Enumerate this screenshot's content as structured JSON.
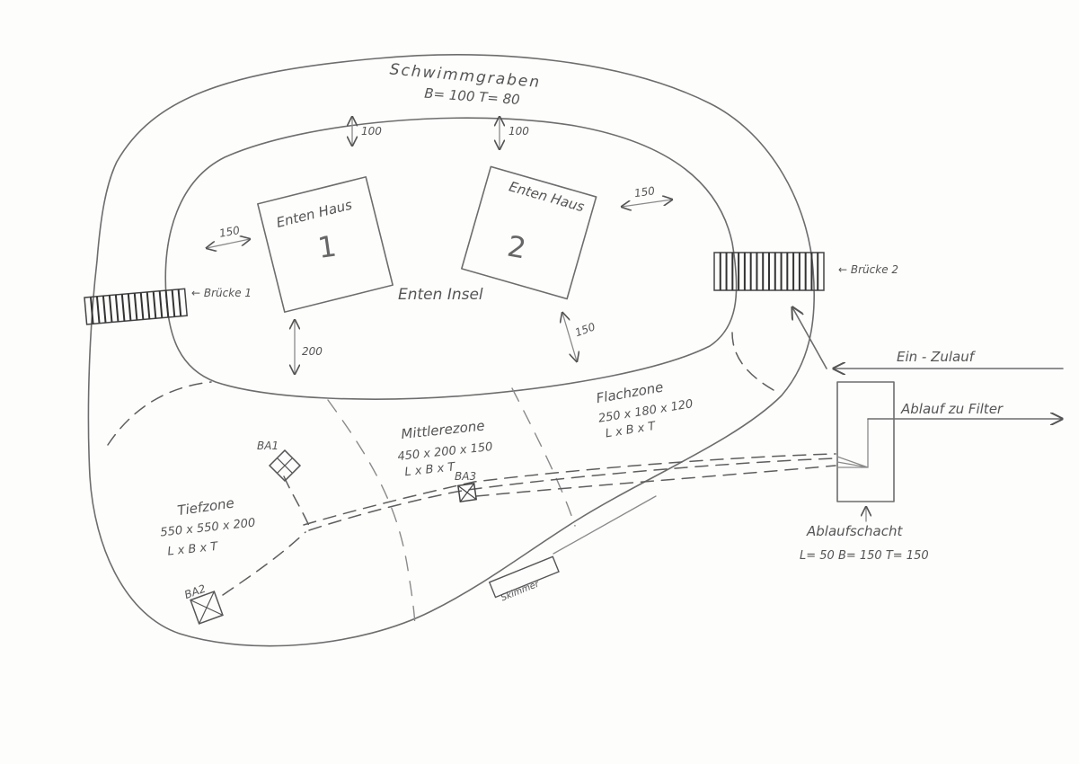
{
  "moat": {
    "title": "Schwimmgraben",
    "dims": "B= 100  T= 80"
  },
  "island": {
    "label": "Enten Insel"
  },
  "house1": {
    "label": "Enten Haus",
    "number": "1"
  },
  "house2": {
    "label": "Enten Haus",
    "number": "2"
  },
  "measures": {
    "top_left": "100",
    "top_right": "100",
    "left": "150",
    "right": "150",
    "bottom_left": "200",
    "bottom_right": "150"
  },
  "bridge1": {
    "label": "← Brücke 1"
  },
  "bridge2": {
    "label": "← Brücke 2"
  },
  "inflow": {
    "label": "Ein - Zulauf"
  },
  "outflow": {
    "label": "Ablauf zu Filter"
  },
  "shaft": {
    "label": "Ablaufschacht",
    "dims": "L= 50  B= 150  T= 150"
  },
  "zones": {
    "flach": {
      "name": "Flachzone",
      "dims": "250 x 180 x 120",
      "axes": "L  x  B  x  T"
    },
    "mittlere": {
      "name": "Mittlerezone",
      "dims": "450 x 200 x 150",
      "axes": "L  x  B  x  T"
    },
    "tief": {
      "name": "Tiefzone",
      "dims": "550 x 550 x 200",
      "axes": "L  x  B  x  T"
    }
  },
  "drains": {
    "ba1": "BA1",
    "ba2": "BA2",
    "ba3": "BA3"
  },
  "skimmer": {
    "label": "Skimmer"
  },
  "colors": {
    "paper": "#fdfdfc",
    "pencil": "#6d6d6d",
    "ink_dark": "#333333"
  }
}
